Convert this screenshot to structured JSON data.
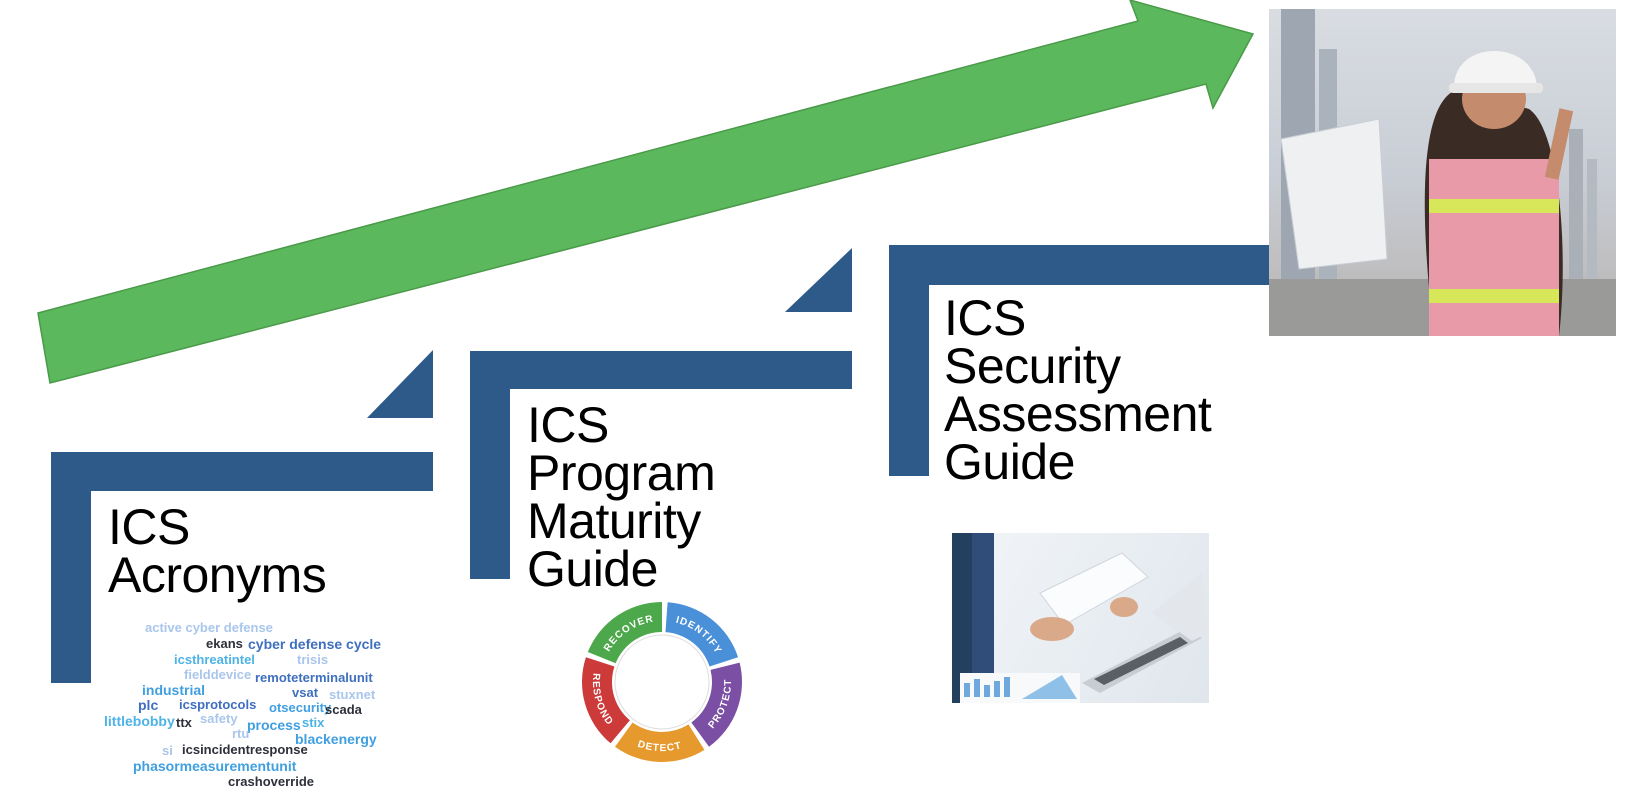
{
  "steps": [
    {
      "title_lines": [
        "ICS",
        "Acronyms"
      ]
    },
    {
      "title_lines": [
        "ICS",
        "Program",
        "Maturity",
        "Guide"
      ]
    },
    {
      "title_lines": [
        "ICS",
        "Security",
        "Assessment",
        "Guide"
      ]
    }
  ],
  "wordcloud": [
    {
      "text": "active cyber defense",
      "color": "#a9c6ec"
    },
    {
      "text": "ekans",
      "color": "#2d2f3a"
    },
    {
      "text": "cyber defense cycle",
      "color": "#3f6fc0"
    },
    {
      "text": "icsthreatintel",
      "color": "#4db3e6"
    },
    {
      "text": "trisis",
      "color": "#a9c6ec"
    },
    {
      "text": "fielddevice",
      "color": "#a9c6ec"
    },
    {
      "text": "remoteterminalunit",
      "color": "#3f6fc0"
    },
    {
      "text": "industrial",
      "color": "#3f9fe0"
    },
    {
      "text": "vsat",
      "color": "#3f6fc0"
    },
    {
      "text": "stuxnet",
      "color": "#a9c6ec"
    },
    {
      "text": "plc",
      "color": "#3f6fc0"
    },
    {
      "text": "icsprotocols",
      "color": "#3f6fc0"
    },
    {
      "text": "otsecurity",
      "color": "#3f9fe0"
    },
    {
      "text": "scada",
      "color": "#2d2f3a"
    },
    {
      "text": "safety",
      "color": "#a9c6ec"
    },
    {
      "text": "littlebobby",
      "color": "#4db3e6"
    },
    {
      "text": "ttx",
      "color": "#2d2f3a"
    },
    {
      "text": "process",
      "color": "#3f9fe0"
    },
    {
      "text": "stix",
      "color": "#4db3e6"
    },
    {
      "text": "rtu",
      "color": "#a9c6ec"
    },
    {
      "text": "blackenergy",
      "color": "#3f9fe0"
    },
    {
      "text": "si",
      "color": "#a9c6ec"
    },
    {
      "text": "icsincidentresponse",
      "color": "#2d2f3a"
    },
    {
      "text": "phasormeasurementunit",
      "color": "#3f9fe0"
    },
    {
      "text": "crashoverride",
      "color": "#2d2f3a"
    }
  ],
  "cycle": {
    "segments": [
      {
        "label": "IDENTIFY",
        "color": "#4a90d9"
      },
      {
        "label": "PROTECT",
        "color": "#7b4fa3"
      },
      {
        "label": "DETECT",
        "color": "#e69a2e"
      },
      {
        "label": "RESPOND",
        "color": "#cc3a3a"
      },
      {
        "label": "RECOVER",
        "color": "#4ca84a"
      }
    ]
  },
  "colors": {
    "arrow": "#5cb85c",
    "arrow_border": "#4a9a4a",
    "bracket": "#2e5a8a"
  },
  "images": {
    "worker_photo": "engineer-hardhat-photo",
    "laptop_photo": "person-laptop-document-photo"
  }
}
